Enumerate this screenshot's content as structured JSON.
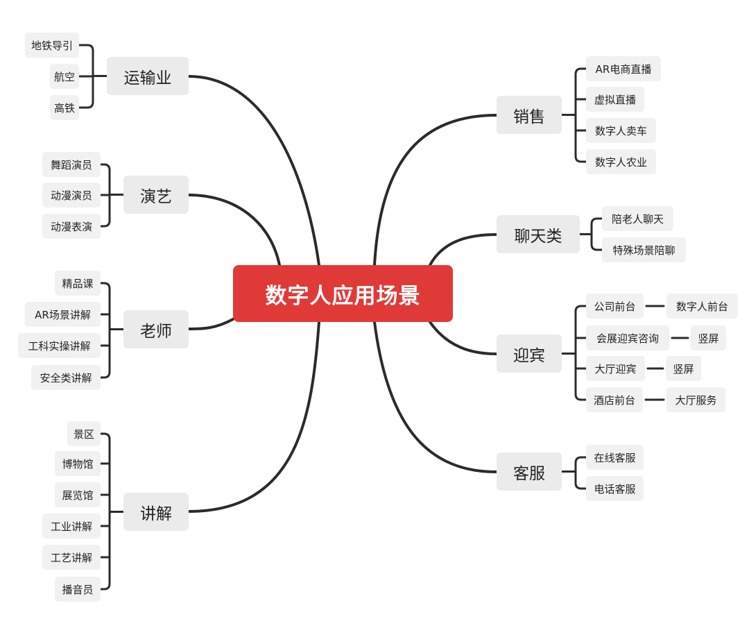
{
  "title": "数字人应用场景",
  "left_branches": [
    {
      "label": "运输业",
      "children": [
        "地铁导引",
        "航空",
        "高铁"
      ]
    },
    {
      "label": "演艺",
      "children": [
        "舞蹈演员",
        "动漫演员",
        "动漫表演"
      ]
    },
    {
      "label": "老师",
      "children": [
        "精品课",
        "AR场景讲解",
        "工科实操讲解",
        "安全类讲解"
      ]
    },
    {
      "label": "讲解",
      "children": [
        "景区",
        "博物馆",
        "展览馆",
        "工业讲解",
        "工艺讲解",
        "播音员"
      ]
    }
  ],
  "right_branches": [
    {
      "label": "销售",
      "children": [
        {
          "label": "AR电商直播"
        },
        {
          "label": "虚拟直播"
        },
        {
          "label": "数字人卖车"
        },
        {
          "label": "数字人农业"
        }
      ]
    },
    {
      "label": "聊天类",
      "children": [
        {
          "label": "陪老人聊天"
        },
        {
          "label": "特殊场景陪聊"
        }
      ]
    },
    {
      "label": "迎宾",
      "children": [
        {
          "label": "公司前台",
          "child": "数字人前台"
        },
        {
          "label": "会展迎宾咨询",
          "child": "竖屏"
        },
        {
          "label": "大厅迎宾",
          "child": "竖屏"
        },
        {
          "label": "酒店前台",
          "child": "大厅服务"
        }
      ]
    },
    {
      "label": "客服",
      "children": [
        {
          "label": "在线客服"
        },
        {
          "label": "电话客服"
        }
      ]
    }
  ],
  "colors": {
    "center": "#e03a38",
    "line": "#2b2b2b",
    "node": "#ebebeb",
    "leaf": "#f1f1f1"
  }
}
